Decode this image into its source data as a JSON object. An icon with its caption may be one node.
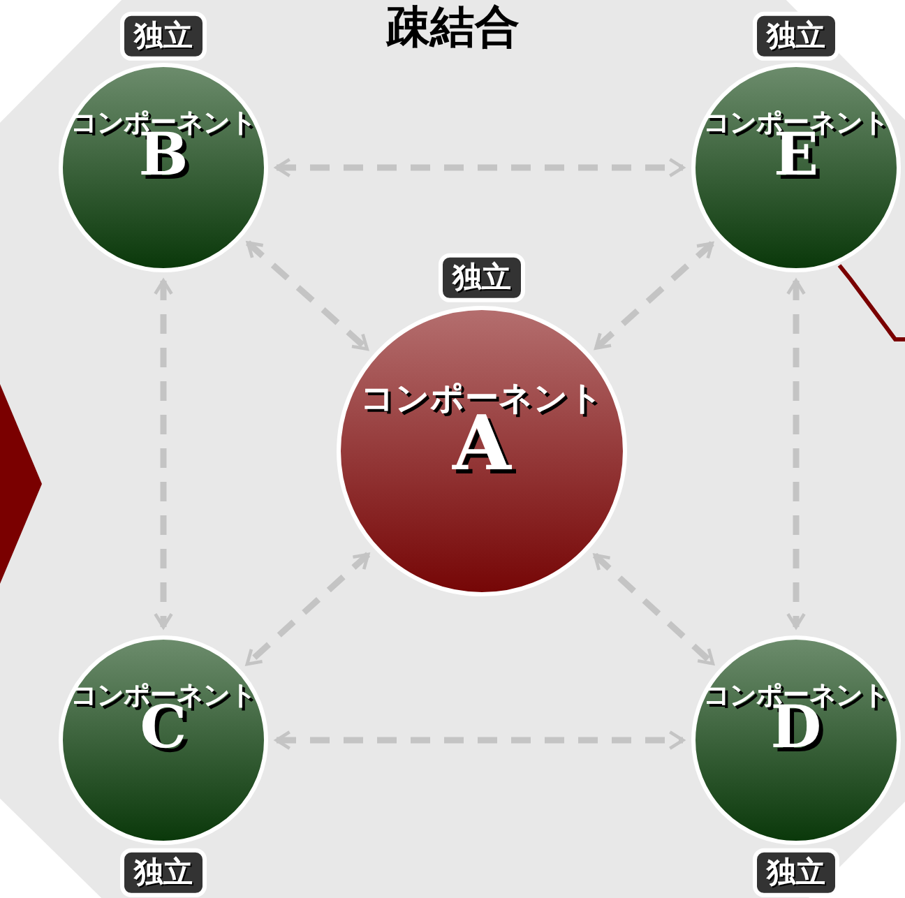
{
  "diagram": {
    "title": "疎結合",
    "nodes": [
      {
        "text": [
          "コンポーネント",
          "A"
        ]
      },
      {
        "text": [
          "コンポーネント",
          "B"
        ]
      },
      {
        "text": [
          "コンポーネント",
          "E"
        ]
      },
      {
        "text": [
          "コンポーネント",
          "C"
        ]
      },
      {
        "text": [
          "コンポーネント",
          "D"
        ]
      },
      {
        "text": [
          "独立"
        ]
      },
      {
        "text": [
          "独立"
        ]
      },
      {
        "text": [
          "独立"
        ]
      },
      {
        "text": [
          "独立"
        ]
      },
      {
        "text": [
          "独立"
        ]
      },
      {
        "text": [],
        "shape": "triangle"
      }
    ],
    "edges": [
      {
        "from": 1,
        "to": 2,
        "arrow": "both",
        "style": "dashed"
      },
      {
        "from": 1,
        "to": 0,
        "arrow": "both",
        "style": "dashed"
      },
      {
        "from": 2,
        "to": 0,
        "arrow": "both",
        "style": "dashed"
      },
      {
        "from": 1,
        "to": 3,
        "arrow": "both",
        "style": "dashed"
      },
      {
        "from": 2,
        "to": 4,
        "arrow": "both",
        "style": "dashed"
      },
      {
        "from": 0,
        "to": 3,
        "arrow": "both",
        "style": "dashed"
      },
      {
        "from": 0,
        "to": 4,
        "arrow": "both",
        "style": "dashed"
      },
      {
        "from": 3,
        "to": 4,
        "arrow": "both",
        "style": "dashed"
      }
    ]
  }
}
